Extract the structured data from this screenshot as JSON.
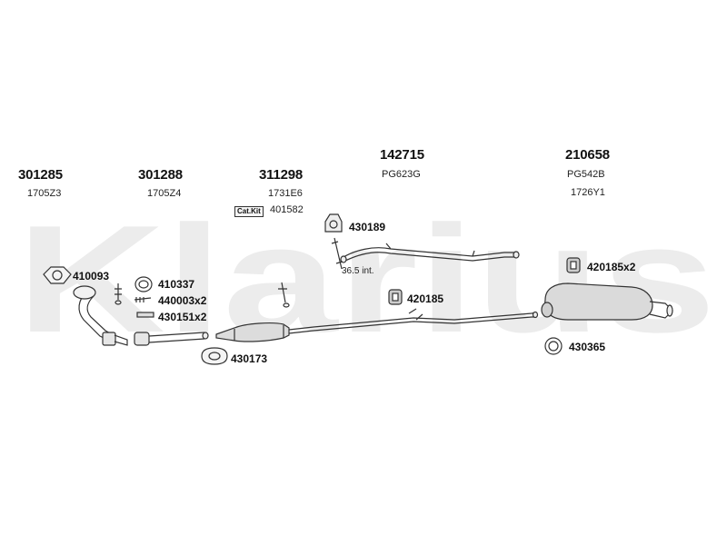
{
  "watermark": "Klarius",
  "groups": [
    {
      "part": "301285",
      "ref": "1705Z3"
    },
    {
      "part": "301288",
      "ref": "1705Z4"
    },
    {
      "part": "311298",
      "ref": "1731E6"
    },
    {
      "part": "142715",
      "ref": "PG623G"
    },
    {
      "part": "210658",
      "ref": "PG542B",
      "ref2": "1726Y1"
    }
  ],
  "cat_kit": {
    "badge": "Cat.Kit",
    "number": "401582"
  },
  "labels": {
    "l410093": "410093",
    "l410337": "410337",
    "l440003": "440003x2",
    "l430151": "430151x2",
    "l430173": "430173",
    "l430189": "430189",
    "l420185": "420185",
    "l420185x2": "420185x2",
    "l430365": "430365"
  },
  "note_length": "36.5 int."
}
